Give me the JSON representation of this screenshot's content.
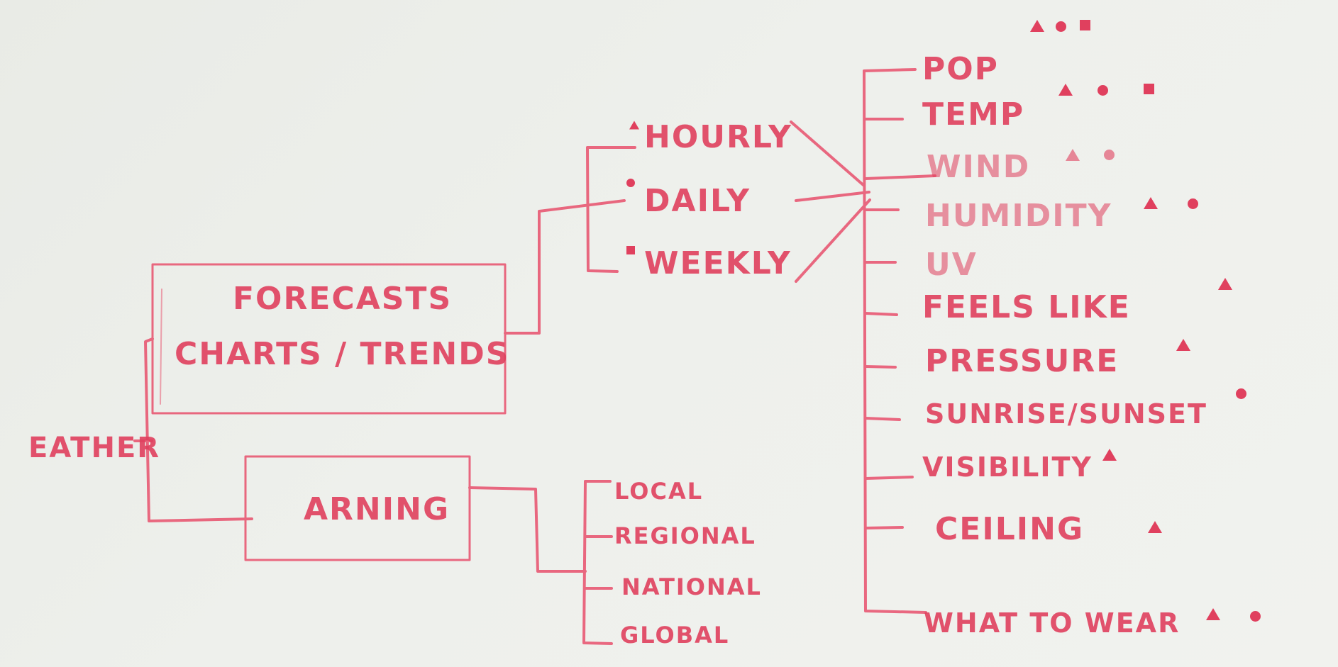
{
  "root": {
    "label": "EATHER"
  },
  "boxes": {
    "forecasts_line1": "FORECASTS",
    "forecasts_line2": "CHARTS / TRENDS",
    "warning": "ARNING"
  },
  "periods": [
    "HOURLY",
    "DAILY",
    "WEEKLY"
  ],
  "metrics": [
    {
      "label": "POP",
      "markers": [
        "triangle",
        "circle",
        "square"
      ]
    },
    {
      "label": "TEMP",
      "markers": [
        "triangle",
        "circle",
        "square"
      ]
    },
    {
      "label": "WIND",
      "markers": [
        "triangle",
        "circle"
      ]
    },
    {
      "label": "HUMIDITY",
      "markers": [
        "triangle",
        "circle"
      ]
    },
    {
      "label": "UV",
      "markers": []
    },
    {
      "label": "FEELS LIKE",
      "markers": [
        "triangle"
      ]
    },
    {
      "label": "PRESSURE",
      "markers": [
        "triangle"
      ]
    },
    {
      "label": "SUNRISE/SUNSET",
      "markers": [
        "circle"
      ]
    },
    {
      "label": "VISIBILITY",
      "markers": [
        "triangle"
      ]
    },
    {
      "label": "CEILING",
      "markers": [
        "triangle"
      ]
    },
    {
      "label": "WHAT TO WEAR",
      "markers": [
        "triangle",
        "circle"
      ]
    }
  ],
  "scopes": [
    "LOCAL",
    "REGIONAL",
    "NATIONAL",
    "GLOBAL"
  ],
  "colors": {
    "marker": "#e0405e",
    "ink": "#e0405e"
  }
}
